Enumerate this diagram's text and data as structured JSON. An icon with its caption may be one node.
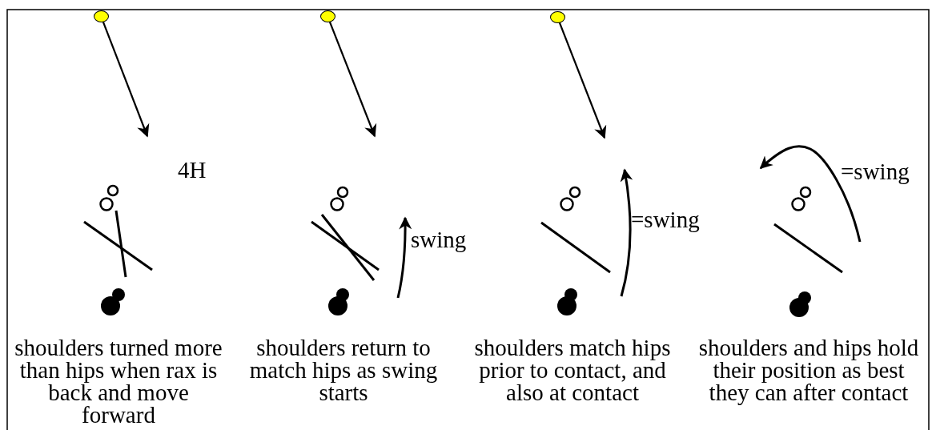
{
  "diagram": {
    "nodes": [
      {
        "text": [],
        "shape": "circle"
      },
      {
        "text": [],
        "shape": "circle"
      },
      {
        "text": [],
        "shape": "circle"
      }
    ],
    "edges": [
      {
        "from": 0,
        "to": null,
        "arrow": "to"
      },
      {
        "from": 1,
        "to": null,
        "arrow": "to"
      },
      {
        "from": 2,
        "to": null,
        "arrow": "to"
      }
    ],
    "labels": [
      "4H",
      "swing",
      "=swing",
      "=swing",
      "shoulders turned more than hips when rax is back and move forward",
      "shoulders return to match hips as swing starts",
      "shoulders match hips prior to contact, and also at contact",
      "shoulders and hips hold their position as best they can after contact"
    ]
  }
}
